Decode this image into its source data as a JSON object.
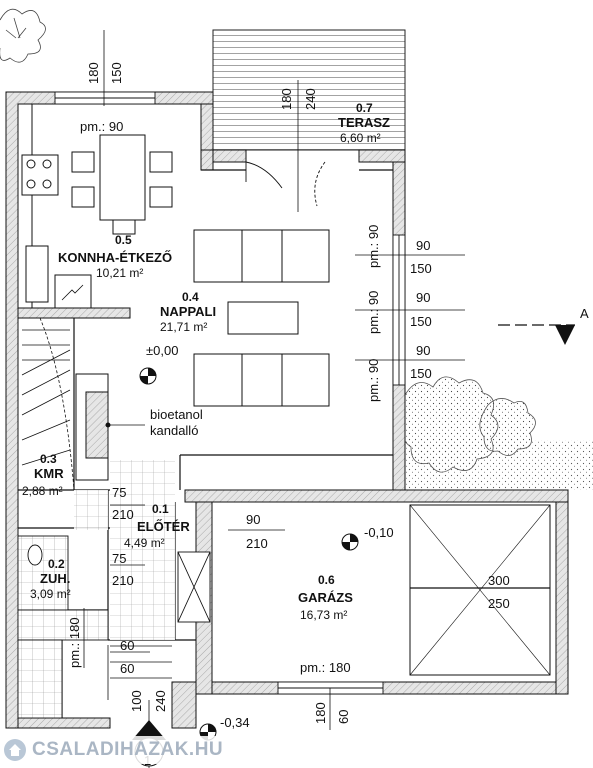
{
  "rooms": [
    {
      "id": "konyha",
      "number": "0.5",
      "name": "KONNHA-ÉTKEZŐ",
      "area": "10,21 m²"
    },
    {
      "id": "nappali",
      "number": "0.4",
      "name": "NAPPALI",
      "area": "21,71 m²"
    },
    {
      "id": "terasz",
      "number": "0.7",
      "name": "TERASZ",
      "area": "6,60 m²"
    },
    {
      "id": "kmr",
      "number": "0.3",
      "name": "KMR",
      "area": "2,88 m²"
    },
    {
      "id": "eloter",
      "number": "0.1",
      "name": "ELŐTÉR",
      "area": "4,49 m²"
    },
    {
      "id": "zuh",
      "number": "0.2",
      "name": "ZUH.",
      "area": "3,09 m²"
    },
    {
      "id": "garazs",
      "number": "0.6",
      "name": "GARÁZS",
      "area": "16,73 m²"
    }
  ],
  "levels": {
    "nappali": "±0,00",
    "garazs": "-0,10",
    "entrance": "-0,34"
  },
  "notes": {
    "bioetanol_1": "bioetanol",
    "bioetanol_2": "kandalló"
  },
  "dims": {
    "kitchen_w1": "180",
    "kitchen_w2": "150",
    "kitchen_pm": "pm.: 90",
    "terrace_d1": "180",
    "terrace_d2": "240",
    "east_pm": "pm.: 90",
    "east_90": "90",
    "east_150": "150",
    "kmr_75": "75",
    "kmr_210": "210",
    "eloter_90": "90",
    "eloter_210": "210",
    "zuh_75": "75",
    "zuh_210": "210",
    "zuh_pm": "pm.: 180",
    "e60_1": "60",
    "e60_2": "60",
    "e100": "100",
    "e240": "240",
    "gar_300": "300",
    "gar_250": "250",
    "gar_pm": "pm.: 180",
    "gar_180": "180",
    "gar_60": "60"
  },
  "markers": {
    "section": "A",
    "entrance": "1"
  },
  "watermark": "CSALADIHAZAK.HU",
  "colors": {
    "wall": "#d8d8d8",
    "line": "#111111",
    "watermark": "#aab6c4"
  }
}
